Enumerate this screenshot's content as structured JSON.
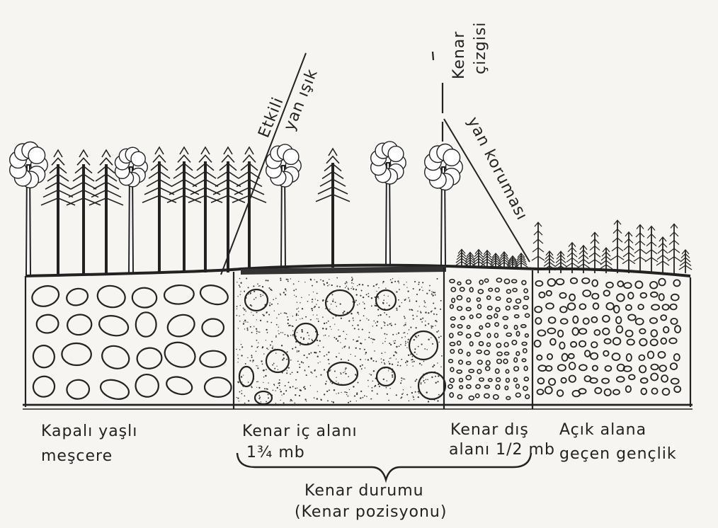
{
  "labels": {
    "effective_side_light_1": "Etkili",
    "effective_side_light_2": "yan ışık",
    "edge_line_1": "Kenar",
    "edge_line_2": "çizgisi",
    "side_protection": "yan koruması",
    "closed_stand_1": "Kapalı yaşlı",
    "closed_stand_2": "meşcere",
    "inner_edge_1": "Kenar iç alanı",
    "inner_edge_2": "1¾ mb",
    "outer_edge_1": "Kenar dış",
    "outer_edge_2": "alanı 1/2 mb",
    "open_area_1": "Açık alana",
    "open_area_2": "geçen gençlik",
    "edge_state_1": "Kenar durumu",
    "edge_state_2": "(Kenar pozisyonu)"
  },
  "colors": {
    "ink": "#222222",
    "paper": "#f6f5f1"
  }
}
